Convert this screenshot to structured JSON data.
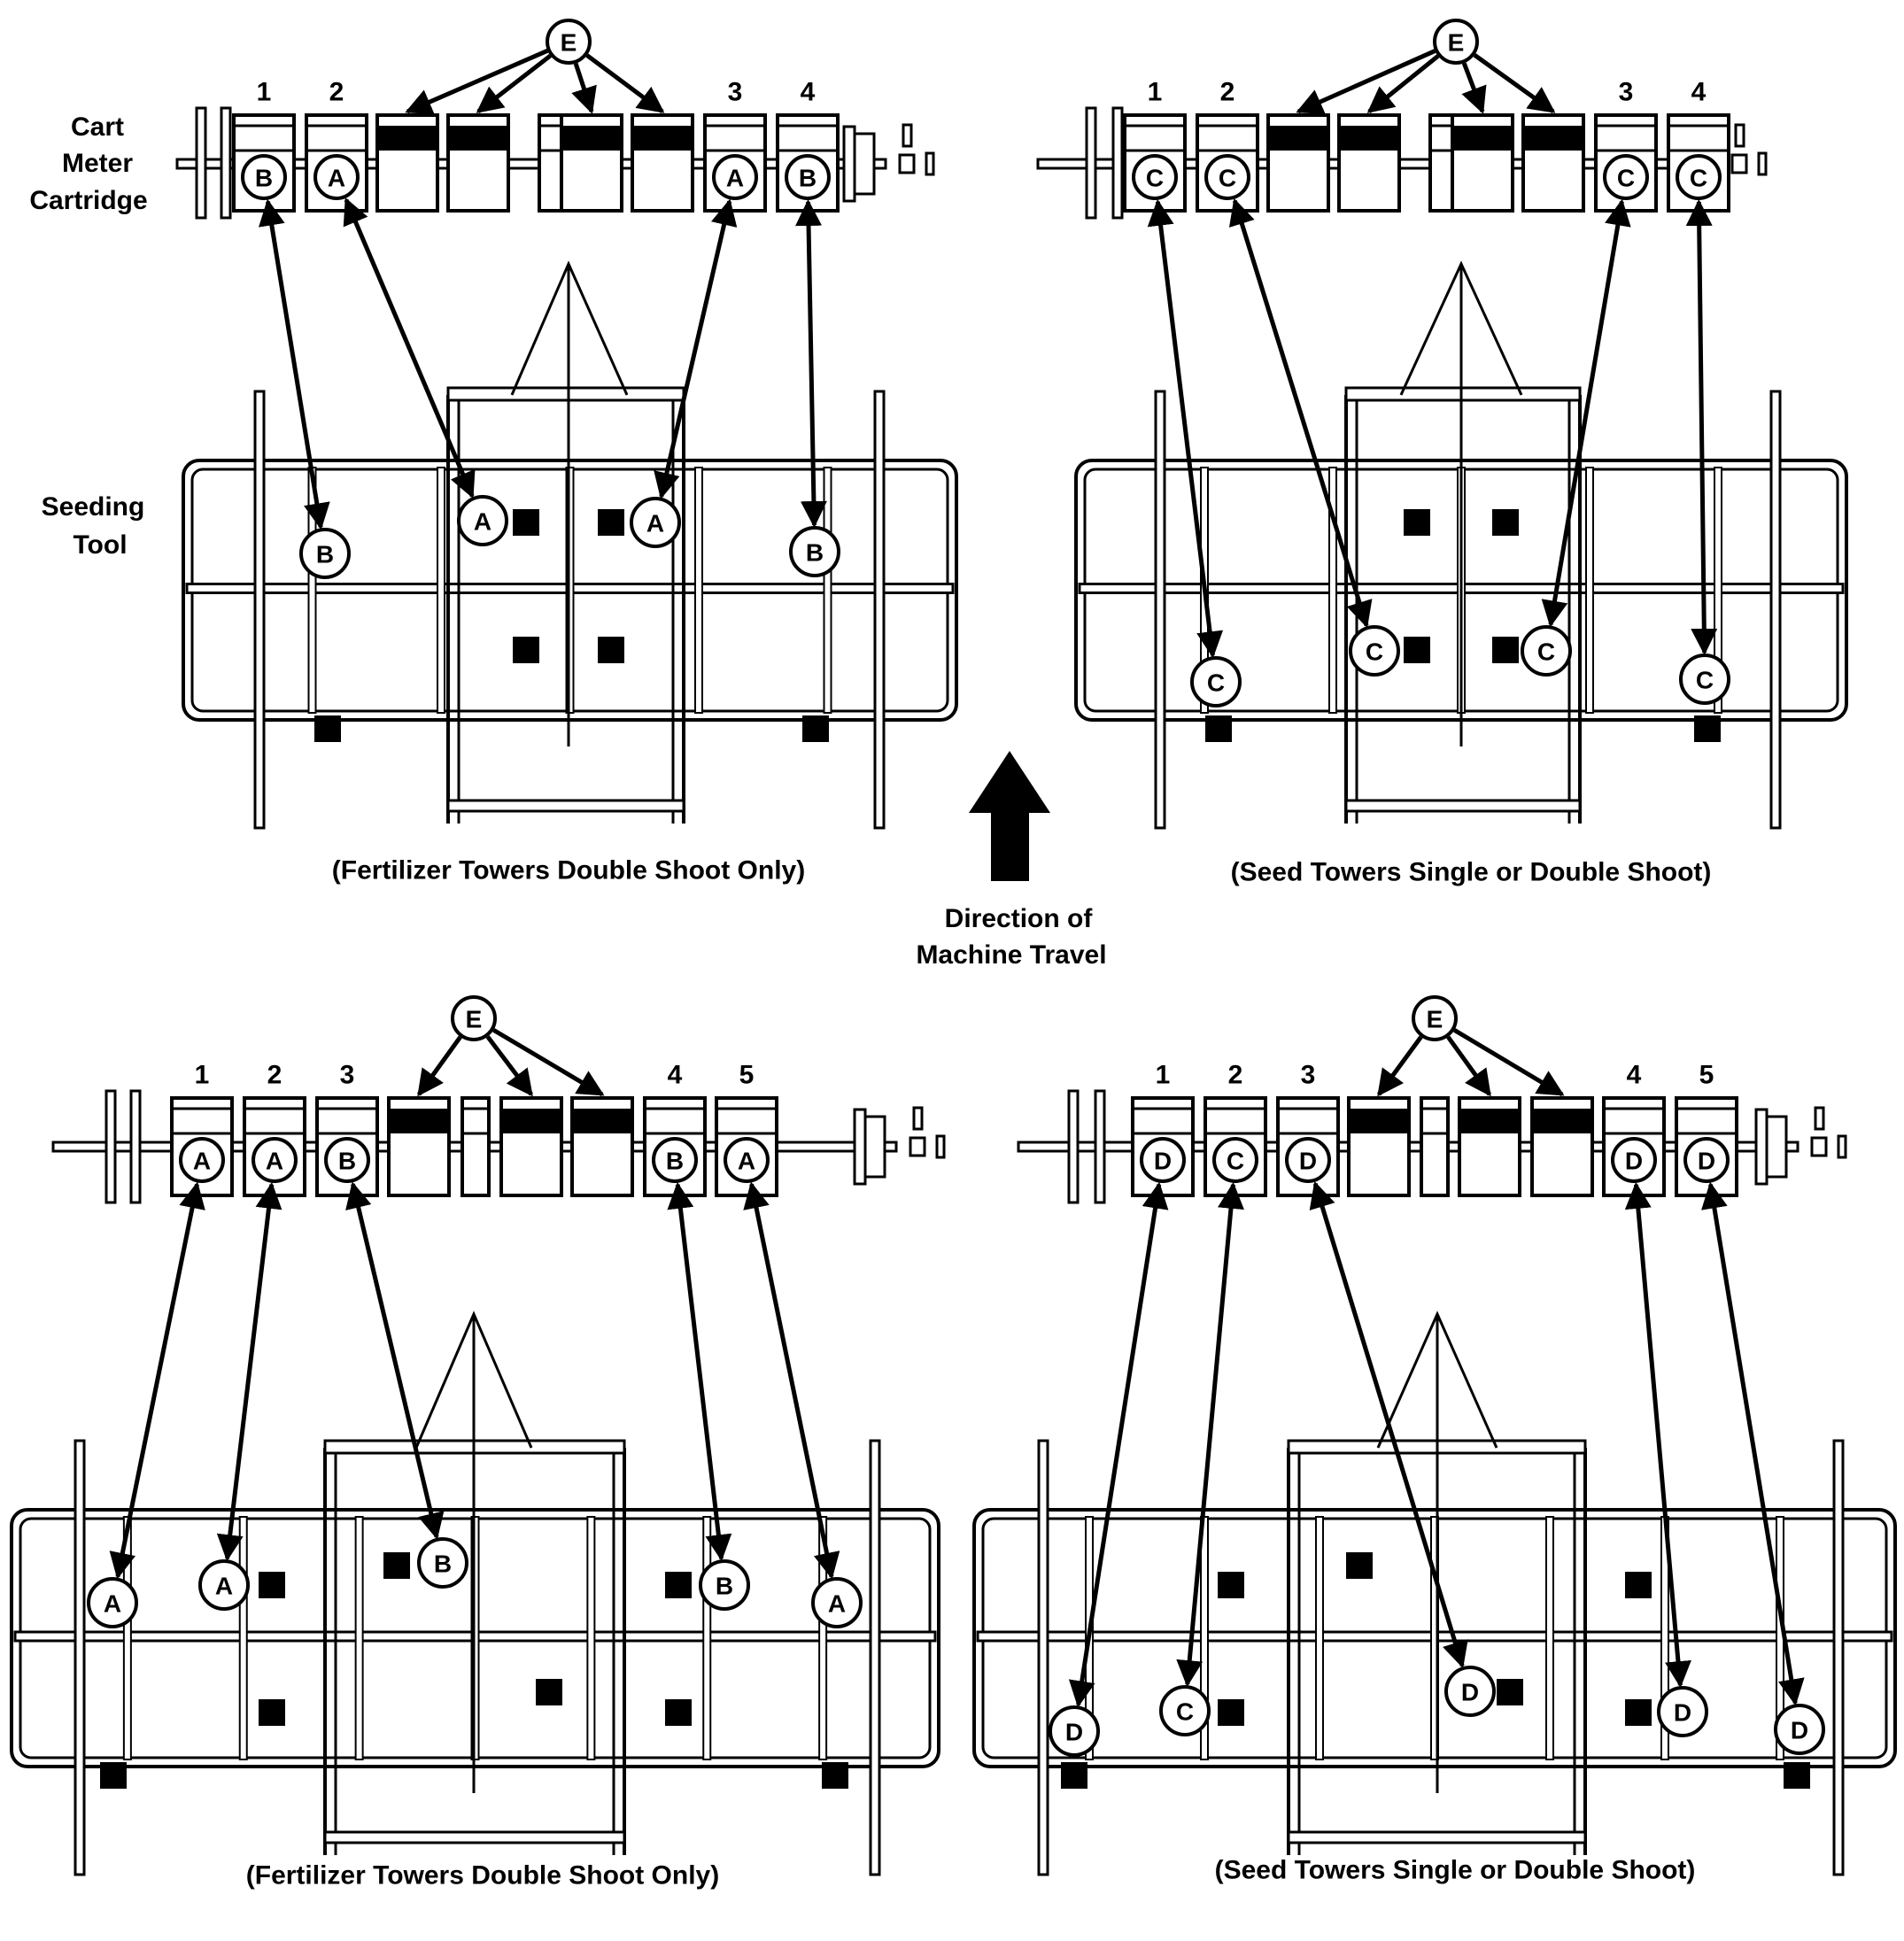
{
  "labels": {
    "cart_meter_cartridge": [
      "Cart",
      "Meter",
      "Cartridge"
    ],
    "seeding_tool": [
      "Seeding",
      "Tool"
    ],
    "direction": [
      "Direction of",
      "Machine Travel"
    ]
  },
  "panels": [
    {
      "caption": "(Fertilizer Towers Double Shoot Only)",
      "cartridge_numbers": [
        "1",
        "2",
        "3",
        "4"
      ],
      "cartridge_letters": [
        "B",
        "A",
        "A",
        "B"
      ],
      "tower_letters": [
        "B",
        "A",
        "A",
        "B"
      ],
      "group_callout": "E"
    },
    {
      "caption": "(Seed Towers Single or Double Shoot)",
      "cartridge_numbers": [
        "1",
        "2",
        "3",
        "4"
      ],
      "cartridge_letters": [
        "C",
        "C",
        "C",
        "C"
      ],
      "tower_letters": [
        "C",
        "C",
        "C",
        "C"
      ],
      "group_callout": "E"
    },
    {
      "caption": "(Fertilizer Towers Double Shoot Only)",
      "cartridge_numbers": [
        "1",
        "2",
        "3",
        "4",
        "5"
      ],
      "cartridge_letters": [
        "A",
        "A",
        "B",
        "B",
        "A"
      ],
      "tower_letters": [
        "A",
        "A",
        "B",
        "B",
        "A"
      ],
      "group_callout": "E"
    },
    {
      "caption": "(Seed Towers Single or Double Shoot)",
      "cartridge_numbers": [
        "1",
        "2",
        "3",
        "4",
        "5"
      ],
      "cartridge_letters": [
        "D",
        "C",
        "D",
        "D",
        "D"
      ],
      "tower_letters": [
        "D",
        "C",
        "D",
        "D",
        "D"
      ],
      "group_callout": "E"
    }
  ]
}
